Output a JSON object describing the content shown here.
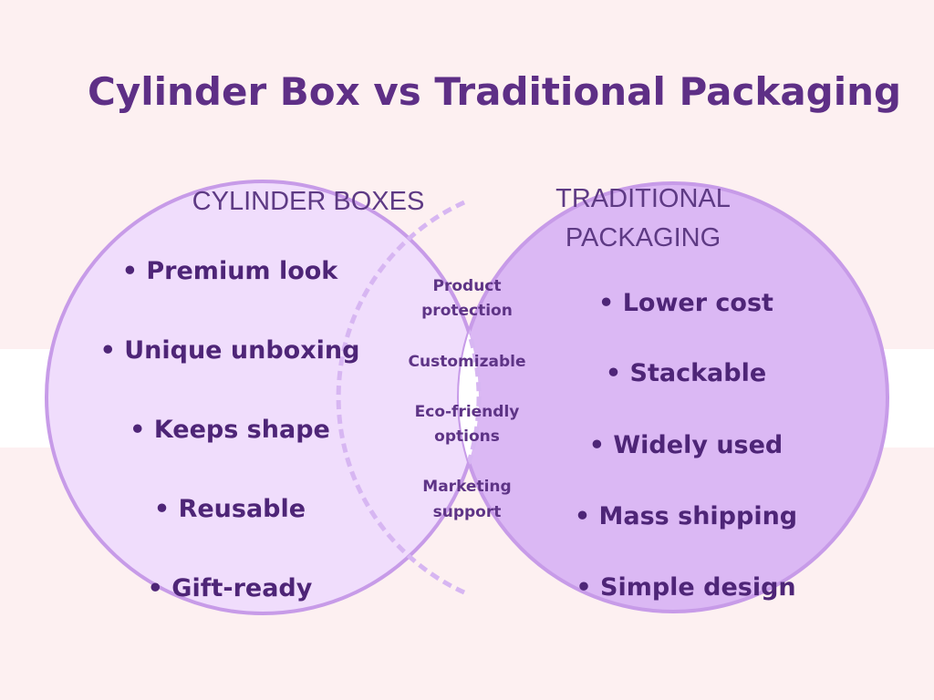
{
  "title": "Cylinder Box vs Traditional Packaging",
  "colors": {
    "background": "#fdf0f1",
    "band": "#ffffff",
    "title": "#5e2f86",
    "left_circle_fill": "#f0ddfc",
    "right_circle_fill": "#dbb8f4",
    "circle_stroke": "#c79be8",
    "overlap_fill": "#ffffff"
  },
  "left": {
    "heading": "CYLINDER BOXES",
    "items": [
      "• Premium look",
      "• Unique unboxing",
      "• Keeps shape",
      "• Reusable",
      "• Gift-ready"
    ]
  },
  "right": {
    "heading_lines": [
      "TRADITIONAL",
      "PACKAGING"
    ],
    "items": [
      "• Lower cost",
      "• Stackable",
      "• Widely used",
      "• Mass shipping",
      "• Simple design"
    ]
  },
  "overlap": {
    "items": [
      [
        "Product",
        "protection"
      ],
      [
        "Customizable"
      ],
      [
        "Eco-friendly",
        "options"
      ],
      [
        "Marketing",
        "support"
      ]
    ]
  }
}
